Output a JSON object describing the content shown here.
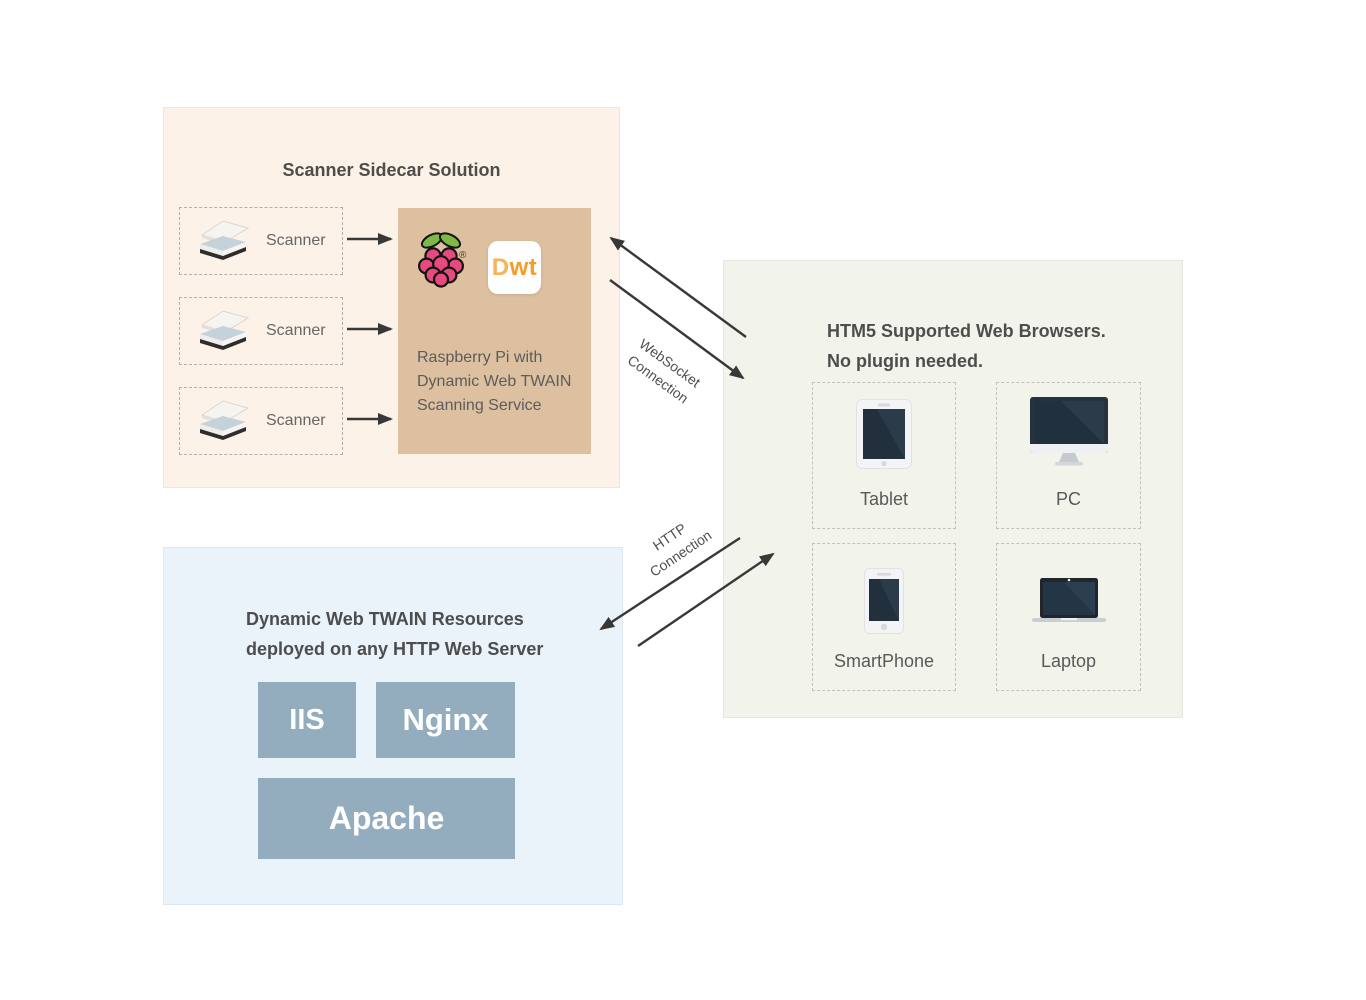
{
  "scanner_solution": {
    "title": "Scanner Sidecar Solution",
    "scanners": [
      {
        "label": "Scanner"
      },
      {
        "label": "Scanner"
      },
      {
        "label": "Scanner"
      }
    ],
    "pi_box": {
      "text": "Raspberry Pi with Dynamic Web TWAIN Scanning Service",
      "registered_mark": "®",
      "dwt_logo": {
        "d": "D",
        "wt": "wt"
      }
    }
  },
  "browsers": {
    "title_line1": "HTM5 Supported Web Browsers.",
    "title_line2": "No plugin needed.",
    "devices": [
      {
        "label": "Tablet",
        "icon": "tablet-icon"
      },
      {
        "label": "PC",
        "icon": "pc-icon"
      },
      {
        "label": "SmartPhone",
        "icon": "smartphone-icon"
      },
      {
        "label": "Laptop",
        "icon": "laptop-icon"
      }
    ]
  },
  "web_server": {
    "title_line1": "Dynamic Web TWAIN Resources",
    "title_line2": "deployed on any HTTP Web Server",
    "servers": [
      {
        "label": "IIS"
      },
      {
        "label": "Nginx"
      },
      {
        "label": "Apache"
      }
    ]
  },
  "connections": {
    "websocket": {
      "line1": "WebSocket",
      "line2": "Connection"
    },
    "http": {
      "line1": "HTTP",
      "line2": "Connection"
    }
  },
  "colors": {
    "peach_bg": "#fdf2e8",
    "tan_bg": "#dcc09f",
    "green_bg": "#f2f4ec",
    "blue_bg": "#eaf2fa",
    "server_tile": "#93adbf",
    "dwt_orange": "#f59d25",
    "raspberry_pink": "#e84a7e",
    "leaf_green": "#7eba43",
    "arrow": "#3a3a3a"
  }
}
